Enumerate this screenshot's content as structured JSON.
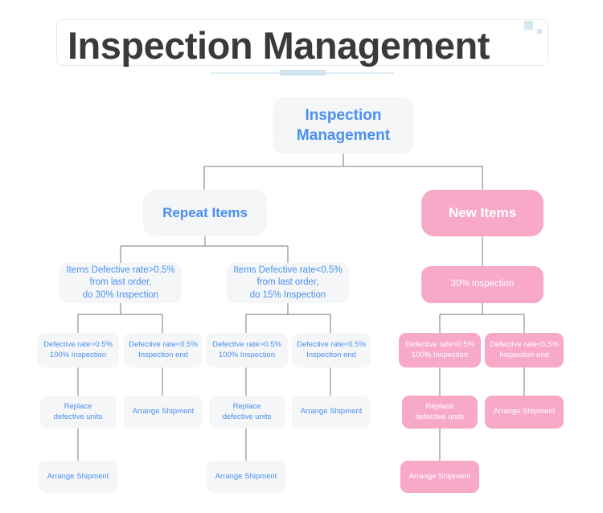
{
  "header": {
    "title": "Inspection Management",
    "decor": {
      "square_large": "blue-square-large",
      "square_small": "blue-square-small",
      "rule": "title-underline"
    }
  },
  "colors": {
    "page_background": "#ffffff",
    "node_gray_bg": "#f5f6f7",
    "node_gray_text": "#4a8ff0",
    "node_pink_bg": "#f9a9c8",
    "node_pink_text": "#ffffff",
    "connector_line": "#7a7a7a",
    "title_text": "#3a3a3a",
    "decor_blue": "#d4e8f2"
  },
  "chart_data": {
    "type": "diagram",
    "title": "Inspection Management",
    "layout": "top-down tree",
    "nodes": [
      {
        "id": "root",
        "label": "Inspection\nManagement",
        "style": "gray",
        "level": 1
      },
      {
        "id": "repeat",
        "label": "Repeat Items",
        "style": "gray",
        "level": 2
      },
      {
        "id": "new",
        "label": "New Items",
        "style": "pink",
        "level": 2
      },
      {
        "id": "r-hi",
        "label": "Items Defective rate>0.5%\nfrom last order,\ndo 30% Inspection",
        "style": "gray",
        "level": 3
      },
      {
        "id": "r-lo",
        "label": "Items Defective rate<0.5%\nfrom last order,\ndo 15% Inspection",
        "style": "gray",
        "level": 3
      },
      {
        "id": "n-30",
        "label": "30% Inspection",
        "style": "pink",
        "level": 3
      },
      {
        "id": "r-hi-a",
        "label": "Defective rate>0.5%\n100% Inspection",
        "style": "gray",
        "level": 4
      },
      {
        "id": "r-hi-b",
        "label": "Defective rate<0.5%\nInspection end",
        "style": "gray",
        "level": 4
      },
      {
        "id": "r-lo-a",
        "label": "Defective rate>0.5%\n100% Inspection",
        "style": "gray",
        "level": 4
      },
      {
        "id": "r-lo-b",
        "label": "Defective rate<0.5%\nInspection end",
        "style": "gray",
        "level": 4
      },
      {
        "id": "n-a",
        "label": "Defective rate>0.5%\n100% Inspection",
        "style": "pink",
        "level": 4
      },
      {
        "id": "n-b",
        "label": "Defective rate<0.5%\nInspection end",
        "style": "pink",
        "level": 4
      },
      {
        "id": "r-hi-a2",
        "label": "Replace\ndefective units",
        "style": "gray",
        "level": 5
      },
      {
        "id": "r-hi-b2",
        "label": "Arrange Shipment",
        "style": "gray",
        "level": 5
      },
      {
        "id": "r-lo-a2",
        "label": "Replace\ndefective units",
        "style": "gray",
        "level": 5
      },
      {
        "id": "r-lo-b2",
        "label": "Arrange Shipment",
        "style": "gray",
        "level": 5
      },
      {
        "id": "n-a2",
        "label": "Replace\ndefective units",
        "style": "pink",
        "level": 5
      },
      {
        "id": "n-b2",
        "label": "Arrange Shipment",
        "style": "pink",
        "level": 5
      },
      {
        "id": "r-hi-a3",
        "label": "Arrange Shipment",
        "style": "gray",
        "level": 6
      },
      {
        "id": "r-lo-a3",
        "label": "Arrange Shipment",
        "style": "gray",
        "level": 6
      },
      {
        "id": "n-a3",
        "label": "Arrange Shipment",
        "style": "pink",
        "level": 6
      }
    ],
    "edges": [
      [
        "root",
        "repeat"
      ],
      [
        "root",
        "new"
      ],
      [
        "repeat",
        "r-hi"
      ],
      [
        "repeat",
        "r-lo"
      ],
      [
        "new",
        "n-30"
      ],
      [
        "r-hi",
        "r-hi-a"
      ],
      [
        "r-hi",
        "r-hi-b"
      ],
      [
        "r-lo",
        "r-lo-a"
      ],
      [
        "r-lo",
        "r-lo-b"
      ],
      [
        "n-30",
        "n-a"
      ],
      [
        "n-30",
        "n-b"
      ],
      [
        "r-hi-a",
        "r-hi-a2"
      ],
      [
        "r-hi-b",
        "r-hi-b2"
      ],
      [
        "r-lo-a",
        "r-lo-a2"
      ],
      [
        "r-lo-b",
        "r-lo-b2"
      ],
      [
        "n-a",
        "n-a2"
      ],
      [
        "n-b",
        "n-b2"
      ],
      [
        "r-hi-a2",
        "r-hi-a3"
      ],
      [
        "r-lo-a2",
        "r-lo-a3"
      ],
      [
        "n-a2",
        "n-a3"
      ]
    ]
  }
}
